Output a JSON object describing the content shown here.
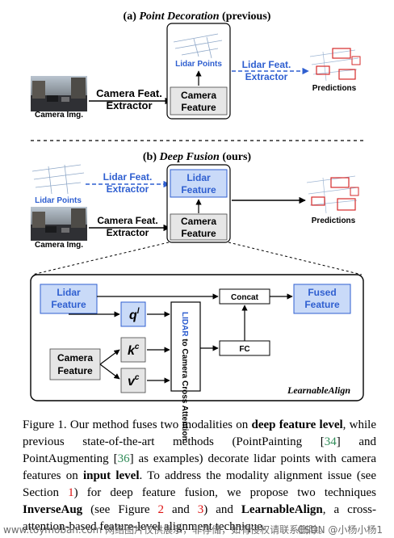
{
  "titles": {
    "a": "(a) ",
    "a_italic": "Point Decoration",
    "a_suffix": " (previous)",
    "b": "(b) ",
    "b_italic": "Deep Fusion",
    "b_suffix": " (ours)"
  },
  "a": {
    "camera_img": "Camera Img.",
    "extractor_l1": "Camera Feat.",
    "extractor_l2": "Extractor",
    "lidar_points": "Lidar Points",
    "camera_feature_l1": "Camera",
    "camera_feature_l2": "Feature",
    "lidar_extractor_l1": "Lidar Feat.",
    "lidar_extractor_l2": "Extractor",
    "predictions": "Predictions"
  },
  "b": {
    "lidar_points": "Lidar Points",
    "camera_img": "Camera Img.",
    "lidar_extractor_l1": "Lidar Feat.",
    "lidar_extractor_l2": "Extractor",
    "camera_extractor_l1": "Camera Feat.",
    "camera_extractor_l2": "Extractor",
    "lidar_feature_l1": "Lidar",
    "lidar_feature_l2": "Feature",
    "camera_feature_l1": "Camera",
    "camera_feature_l2": "Feature",
    "predictions": "Predictions"
  },
  "align": {
    "lidar_feature_l1": "Lidar",
    "lidar_feature_l2": "Feature",
    "camera_feature_l1": "Camera",
    "camera_feature_l2": "Feature",
    "q": "q",
    "q_sup": "l",
    "k": "k",
    "k_sup": "c",
    "v": "v",
    "v_sup": "c",
    "cross_attention_blue": "LIDAR",
    "cross_attention_black": " to Camera Cross Attention",
    "concat": "Concat",
    "fc": "FC",
    "fused_l1": "Fused",
    "fused_l2": "Feature",
    "learnable_align": "LearnableAlign"
  },
  "caption": {
    "p1": "Figure 1. Our method fuses two modalities on ",
    "b1": "deep feature level",
    "p2": ", while previous state-of-the-art methods (PointPainting [",
    "r1": "34",
    "p3": "] and PointAugmenting [",
    "r2": "36",
    "p4": "] as examples) decorate lidar points with camera features on ",
    "b2": "input level",
    "p5": ".  To address the modality alignment issue (see Section ",
    "s1": "1",
    "p6": ") for deep feature fusion, we propose two techniques ",
    "b3": "InverseAug",
    "p7": " (see Figure ",
    "s2": "2",
    "p8": " and ",
    "s3": "3",
    "p9": ") and ",
    "b4": "LearnableAlign",
    "p10": ", a cross-attention-based feature-level alignment technique."
  },
  "watermark": {
    "left": "www.toymoban.com 网络图片仅供展示，非存储，如有侵权请联系删除。",
    "right": "CSDN @小杨小杨1"
  },
  "colors": {
    "blue_box": "#c9daf8",
    "blue_border": "#2f5fd0",
    "blue_text": "#2f5fd0",
    "gray_box": "#e6e6e6",
    "red_box": "#d62a2a"
  }
}
